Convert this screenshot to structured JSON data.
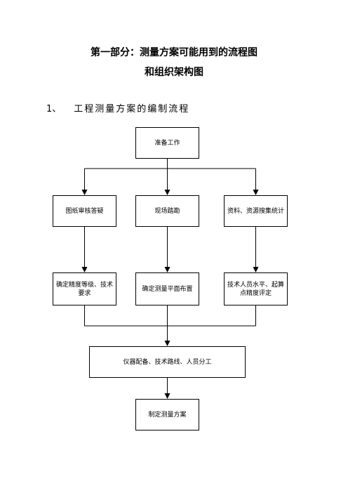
{
  "heading": {
    "line1": "第一部分：测量方案可能用到的流程图",
    "line2": "和组织架构图"
  },
  "section": {
    "number": "1、",
    "title": "工程测量方案的编制流程"
  },
  "flowchart": {
    "start": "准备工作",
    "row1": [
      "图纸审核答疑",
      "现场踏勘",
      "资料、资源搜集统计"
    ],
    "row2": [
      "确定精度等级、技术要求",
      "确定测量平面布置",
      "技术人员水平、起算点精度评定"
    ],
    "merge": "仪器配备、技术路线、人员分工",
    "end": "制定测量方案"
  }
}
